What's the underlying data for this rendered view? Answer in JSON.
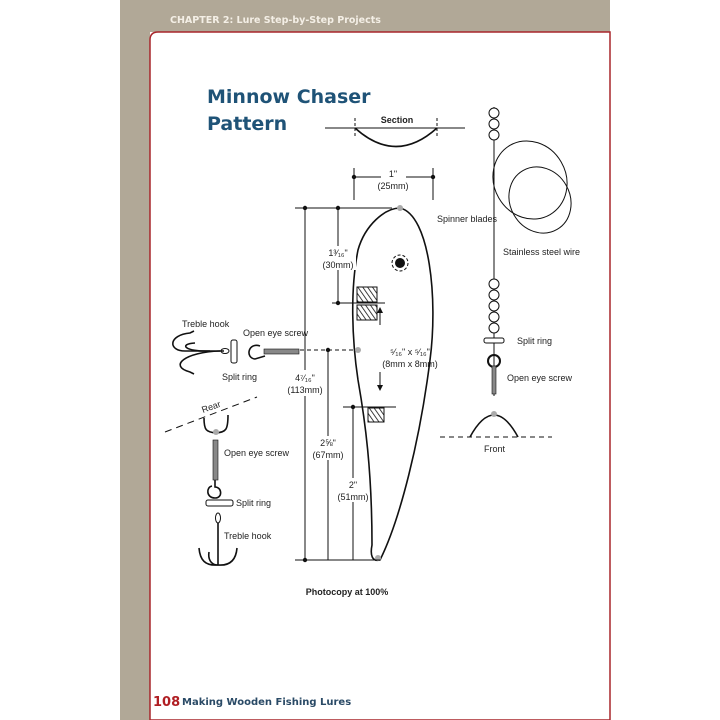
{
  "header": {
    "chapter": "CHAPTER 2: Lure Step-by-Step Projects"
  },
  "title": {
    "line1": "Minnow Chaser",
    "line2": "Pattern"
  },
  "diagram": {
    "section": "Section",
    "width_in": "1\"",
    "width_mm": "(25mm)",
    "eye_in": "1³⁄₁₆\"",
    "eye_mm": "(30mm)",
    "total_in": "4⁷⁄₁₆\"",
    "total_mm": "(113mm)",
    "weight_in": "⁵⁄₁₆\" x ⁵⁄₁₆\"",
    "weight_mm": "(8mm x 8mm)",
    "mid_in": "2⅝\"",
    "mid_mm": "(67mm)",
    "low_in": "2\"",
    "low_mm": "(51mm)",
    "spinner_blades": "Spinner blades",
    "stainless_wire": "Stainless steel wire",
    "split_ring_front": "Split ring",
    "open_eye_screw_front": "Open eye screw",
    "front": "Front",
    "treble_hook_side": "Treble hook",
    "open_eye_screw_side": "Open eye screw",
    "split_ring_side": "Split ring",
    "rear": "Rear",
    "open_eye_screw_rear": "Open eye screw",
    "split_ring_rear": "Split ring",
    "treble_hook_rear": "Treble hook",
    "photocopy": "Photocopy at 100%"
  },
  "footer": {
    "page_number": "108",
    "book_title": "Making Wooden Fishing Lures"
  },
  "colors": {
    "frame": "#b1a897",
    "border": "#a8262b",
    "title": "#1f5377"
  }
}
